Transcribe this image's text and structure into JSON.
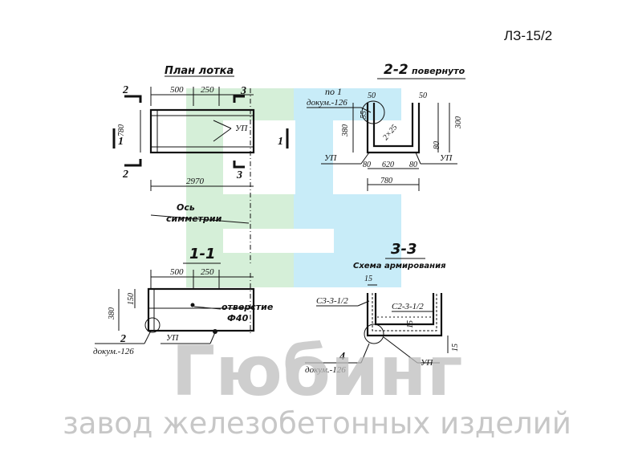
{
  "sheet": {
    "code": "ЛЗ-15/2"
  },
  "plan": {
    "title": "План лотка",
    "dims": {
      "d500": "500",
      "d250": "250",
      "d780": "780",
      "d2970": "2970"
    },
    "sections": {
      "s1": "1",
      "s2": "2",
      "s3": "3"
    },
    "up": "УП",
    "axis_line1": "Ось",
    "axis_line2": "симметрии"
  },
  "sec22": {
    "title": "2-2",
    "title_suffix": "повернуто",
    "ref_top": "по 1",
    "ref_doc": "докум.-126",
    "dims": {
      "d50": "50",
      "d380": "380",
      "d55": "55",
      "d2x25": "2×25",
      "d80a": "80",
      "d620": "620",
      "d80b": "80",
      "d780": "780",
      "d300": "300",
      "d80c": "80"
    },
    "up_left": "УП",
    "up_right": "УП"
  },
  "sec11": {
    "title": "1-1",
    "dims": {
      "d500": "500",
      "d250": "250",
      "d380": "380",
      "d150": "150"
    },
    "hole_line1": "отверстие",
    "hole_line2": "Ф40",
    "ref_num": "2",
    "ref_doc": "докум.-126",
    "up": "УП"
  },
  "sec33": {
    "title": "3-3",
    "subtitle": "Схема армирования",
    "dims": {
      "d15top": "15",
      "d15mid": "15",
      "d15right": "15"
    },
    "mesh_left": "С3-3-1/2",
    "mesh_right": "С2-3-1/2",
    "ref_num": "4",
    "ref_doc": "докум.-126",
    "up": "УП"
  },
  "watermark": {
    "brand": "Гюбинг",
    "tagline": "завод железобетонных изделий",
    "colors": {
      "green": "#d5efd8",
      "blue": "#c8ecf8",
      "gray": "#bdbdbd"
    }
  }
}
